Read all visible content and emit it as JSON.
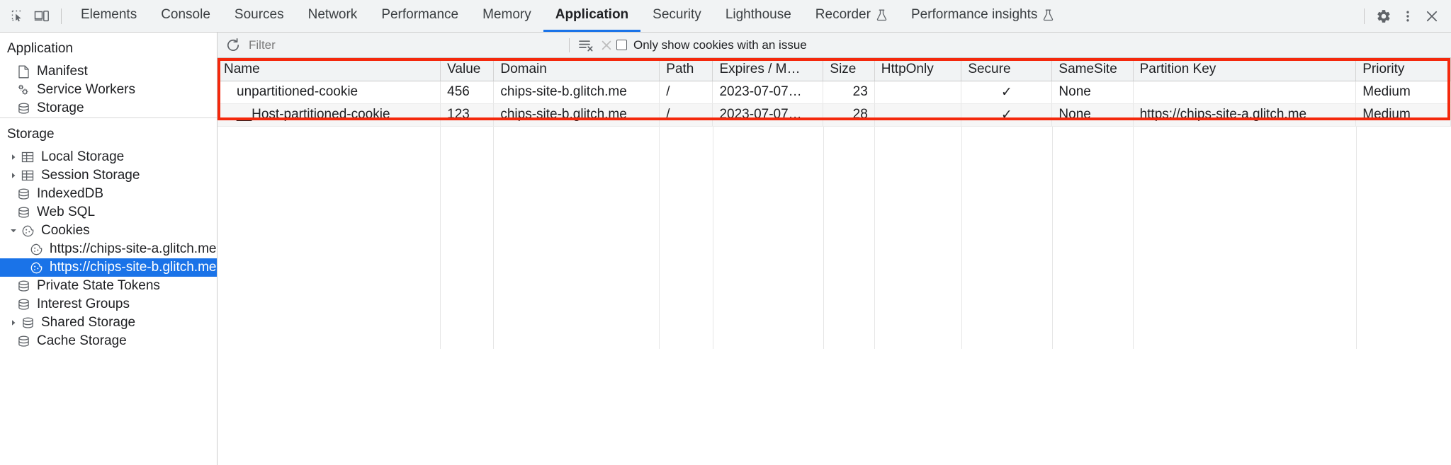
{
  "toolbar": {
    "inspect_icon": "inspect-element-icon",
    "device_icon": "device-toolbar-icon",
    "tabs": [
      {
        "label": "Elements",
        "active": false,
        "experimental": false
      },
      {
        "label": "Console",
        "active": false,
        "experimental": false
      },
      {
        "label": "Sources",
        "active": false,
        "experimental": false
      },
      {
        "label": "Network",
        "active": false,
        "experimental": false
      },
      {
        "label": "Performance",
        "active": false,
        "experimental": false
      },
      {
        "label": "Memory",
        "active": false,
        "experimental": false
      },
      {
        "label": "Application",
        "active": true,
        "experimental": false
      },
      {
        "label": "Security",
        "active": false,
        "experimental": false
      },
      {
        "label": "Lighthouse",
        "active": false,
        "experimental": false
      },
      {
        "label": "Recorder",
        "active": false,
        "experimental": true
      },
      {
        "label": "Performance insights",
        "active": false,
        "experimental": true
      }
    ],
    "settings_icon": "gear-icon",
    "more_icon": "more-vertical-icon",
    "close_icon": "close-icon"
  },
  "sidebar": {
    "sections": [
      {
        "title": "Application",
        "items": [
          {
            "label": "Manifest",
            "icon": "document-icon",
            "indent": 1,
            "twisty": "none",
            "selected": false
          },
          {
            "label": "Service Workers",
            "icon": "gears-icon",
            "indent": 1,
            "twisty": "none",
            "selected": false
          },
          {
            "label": "Storage",
            "icon": "database-icon",
            "indent": 1,
            "twisty": "none",
            "selected": false
          }
        ]
      },
      {
        "title": "Storage",
        "items": [
          {
            "label": "Local Storage",
            "icon": "table-icon",
            "indent": 1,
            "twisty": "collapsed",
            "selected": false
          },
          {
            "label": "Session Storage",
            "icon": "table-icon",
            "indent": 1,
            "twisty": "collapsed",
            "selected": false
          },
          {
            "label": "IndexedDB",
            "icon": "database-icon",
            "indent": 1,
            "twisty": "none",
            "selected": false
          },
          {
            "label": "Web SQL",
            "icon": "database-icon",
            "indent": 1,
            "twisty": "none",
            "selected": false
          },
          {
            "label": "Cookies",
            "icon": "cookie-icon",
            "indent": 1,
            "twisty": "expanded",
            "selected": false
          },
          {
            "label": "https://chips-site-a.glitch.me",
            "icon": "cookie-icon",
            "indent": 2,
            "twisty": "none",
            "selected": false
          },
          {
            "label": "https://chips-site-b.glitch.me",
            "icon": "cookie-icon",
            "indent": 2,
            "twisty": "none",
            "selected": true
          },
          {
            "label": "Private State Tokens",
            "icon": "database-icon",
            "indent": 1,
            "twisty": "none",
            "selected": false
          },
          {
            "label": "Interest Groups",
            "icon": "database-icon",
            "indent": 1,
            "twisty": "none",
            "selected": false
          },
          {
            "label": "Shared Storage",
            "icon": "database-icon",
            "indent": 1,
            "twisty": "collapsed",
            "selected": false
          },
          {
            "label": "Cache Storage",
            "icon": "database-icon",
            "indent": 1,
            "twisty": "none",
            "selected": false
          }
        ]
      }
    ]
  },
  "filterbar": {
    "refresh_icon": "refresh-icon",
    "filter_placeholder": "Filter",
    "filter_value": "",
    "clear_all_icon": "clear-all-cookies-icon",
    "delete_icon": "delete-selected-cookie-icon",
    "issues_checkbox_label": "Only show cookies with an issue",
    "issues_checkbox_checked": false
  },
  "table": {
    "columns": [
      "Name",
      "Value",
      "Domain",
      "Path",
      "Expires / M…",
      "Size",
      "HttpOnly",
      "Secure",
      "SameSite",
      "Partition Key",
      "Priority"
    ],
    "rows": [
      {
        "name": "unpartitioned-cookie",
        "value": "456",
        "domain": "chips-site-b.glitch.me",
        "path": "/",
        "expires": "2023-07-07…",
        "size": "23",
        "httponly": "",
        "secure": "✓",
        "samesite": "None",
        "partition_key": "",
        "priority": "Medium"
      },
      {
        "name": "__Host-partitioned-cookie",
        "value": "123",
        "domain": "chips-site-b.glitch.me",
        "path": "/",
        "expires": "2023-07-07…",
        "size": "28",
        "httponly": "",
        "secure": "✓",
        "samesite": "None",
        "partition_key": "https://chips-site-a.glitch.me",
        "priority": "Medium"
      }
    ]
  },
  "annotation": {
    "highlight_color": "#f4280c",
    "accent_color": "#1a73e8"
  }
}
